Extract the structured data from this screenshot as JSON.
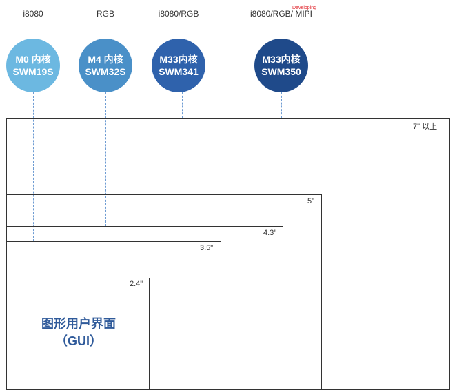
{
  "interfaces": [
    "i8080",
    "RGB",
    "i8080/RGB",
    "i8080/RGB/ MIPI"
  ],
  "developing_label": "Developing",
  "chips": [
    {
      "core": "M0 内核",
      "model": "SWM19S",
      "color": "#6cb8e1"
    },
    {
      "core": "M4 内核",
      "model": "SWM32S",
      "color": "#4a90c8"
    },
    {
      "core": "M33内核",
      "model": "SWM341",
      "color": "#2f62ac"
    },
    {
      "core": "M33内核",
      "model": "SWM350",
      "color": "#1f4a8a"
    }
  ],
  "sizes": [
    "7\" 以上",
    "5\"",
    "4.3\"",
    "3.5\"",
    "2.4\""
  ],
  "gui": {
    "line1": "图形用户界面",
    "line2": "（GUI）"
  }
}
